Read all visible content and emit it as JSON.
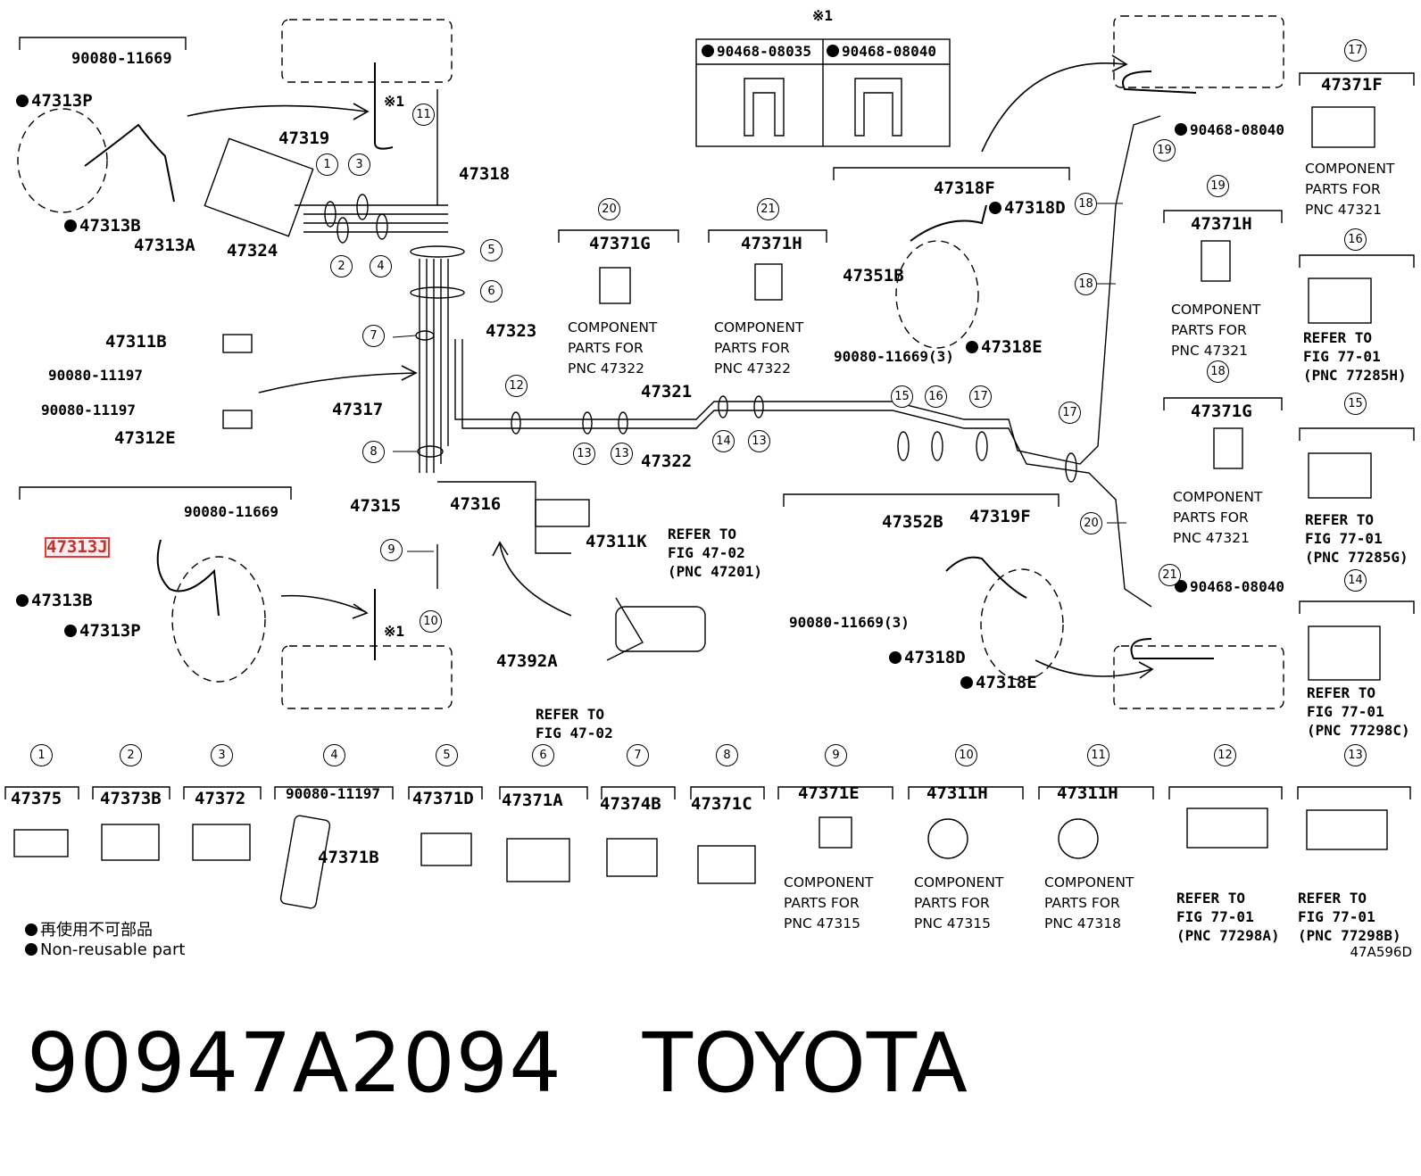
{
  "callouts": [
    {
      "text": "90080-11669"
    },
    {
      "text": "47313P",
      "dot": true
    },
    {
      "text": "47313B",
      "dot": true
    },
    {
      "text": "47313A"
    },
    {
      "text": "47319"
    },
    {
      "text": "47324"
    },
    {
      "text": "47318"
    },
    {
      "text": "47323"
    },
    {
      "text": "47311B"
    },
    {
      "text": "90080-11197"
    },
    {
      "text": "90080-11197"
    },
    {
      "text": "47312E"
    },
    {
      "text": "47317"
    },
    {
      "text": "47315"
    },
    {
      "text": "47316"
    },
    {
      "text": "47311K"
    },
    {
      "text": "90080-11669"
    },
    {
      "text": "47313J",
      "highlight": true
    },
    {
      "text": "47313B",
      "dot": true
    },
    {
      "text": "47313P",
      "dot": true
    },
    {
      "text": "47392A"
    },
    {
      "text": "47321"
    },
    {
      "text": "47322"
    },
    {
      "text": "47371G"
    },
    {
      "text": "47371H"
    },
    {
      "text": "47318F"
    },
    {
      "text": "47318D",
      "dot": true
    },
    {
      "text": "47351B"
    },
    {
      "text": "90080-11669(3)"
    },
    {
      "text": "47318E",
      "dot": true
    },
    {
      "text": "47352B"
    },
    {
      "text": "47319F"
    },
    {
      "text": "90080-11669(3)"
    },
    {
      "text": "47318D",
      "dot": true
    },
    {
      "text": "47318E",
      "dot": true
    },
    {
      "text": "90468-08035",
      "dot": true
    },
    {
      "text": "90468-08040",
      "dot": true
    },
    {
      "text": "※1"
    },
    {
      "text": "90468-08040",
      "dot": true
    },
    {
      "text": "90468-08040",
      "dot": true
    },
    {
      "text": "47371F"
    },
    {
      "text": "47371H"
    },
    {
      "text": "47371G"
    },
    {
      "text": "47375"
    },
    {
      "text": "47373B"
    },
    {
      "text": "47372"
    },
    {
      "text": "90080-11197"
    },
    {
      "text": "47371B"
    },
    {
      "text": "47371D"
    },
    {
      "text": "47371A"
    },
    {
      "text": "47374B"
    },
    {
      "text": "47371C"
    },
    {
      "text": "47371E"
    },
    {
      "text": "47311H"
    },
    {
      "text": "47311H"
    },
    {
      "text": "※1"
    },
    {
      "text": "※1"
    }
  ],
  "notes": [
    {
      "text": "COMPONENT\nPARTS FOR\nPNC 47322"
    },
    {
      "text": "COMPONENT\nPARTS FOR\nPNC 47322"
    },
    {
      "text": "COMPONENT\nPARTS FOR\nPNC 47321"
    },
    {
      "text": "COMPONENT\nPARTS FOR\nPNC 47321"
    },
    {
      "text": "COMPONENT\nPARTS FOR\nPNC 47321"
    },
    {
      "text": "COMPONENT\nPARTS FOR\nPNC 47315"
    },
    {
      "text": "COMPONENT\nPARTS FOR\nPNC 47315"
    },
    {
      "text": "COMPONENT\nPARTS FOR\nPNC 47318"
    }
  ],
  "refers": [
    {
      "text": "REFER TO\nFIG 47-02\n(PNC 47201)"
    },
    {
      "text": "REFER TO\nFIG 47-02"
    },
    {
      "text": "REFER TO\nFIG 77-01\n(PNC 77285H)"
    },
    {
      "text": "REFER TO\nFIG 77-01\n(PNC 77285G)"
    },
    {
      "text": "REFER TO\nFIG 77-01\n(PNC 77298C)"
    },
    {
      "text": "REFER TO\nFIG 77-01\n(PNC 77298A)"
    },
    {
      "text": "REFER TO\nFIG 77-01\n(PNC 77298B)"
    }
  ],
  "circles": [
    "1",
    "2",
    "3",
    "4",
    "5",
    "6",
    "7",
    "8",
    "9",
    "10",
    "11",
    "12",
    "13",
    "13",
    "14",
    "13",
    "15",
    "16",
    "17",
    "17",
    "18",
    "18",
    "19",
    "20",
    "21",
    "20",
    "21",
    "19",
    "18",
    "17",
    "16",
    "15",
    "14",
    "1",
    "2",
    "3",
    "4",
    "5",
    "6",
    "7",
    "8",
    "9",
    "10",
    "11",
    "12",
    "13"
  ],
  "legend": {
    "line1": "再使用不可部品",
    "line2": "Non-reusable part"
  },
  "figure_code": "47A596D",
  "part_number": "90947A2094",
  "brand": "TOYOTA"
}
